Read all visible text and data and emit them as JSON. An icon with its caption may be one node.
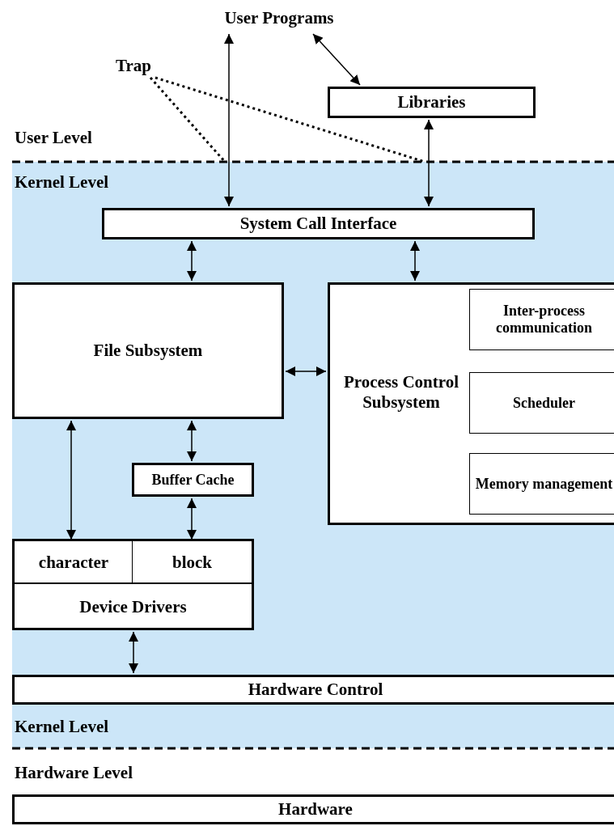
{
  "diagram": {
    "nodes": [
      {
        "text": [
          "User Programs"
        ]
      },
      {
        "text": [
          "Trap"
        ]
      },
      {
        "text": [
          "Libraries"
        ]
      },
      {
        "text": [
          "Kernel Level",
          "Kernel Level"
        ]
      },
      {
        "text": [
          "System Call Interface"
        ],
        "in": 3
      },
      {
        "text": [
          "File Subsystem"
        ],
        "in": 3
      },
      {
        "text": [
          "Process Control Subsystem"
        ],
        "in": 3
      },
      {
        "text": [
          "Inter-process communication"
        ],
        "in": 6
      },
      {
        "text": [
          "Scheduler"
        ],
        "in": 6
      },
      {
        "text": [
          "Memory management"
        ],
        "in": 6
      },
      {
        "text": [
          "Buffer Cache"
        ],
        "in": 3
      },
      {
        "text": [
          "Device Drivers"
        ],
        "in": 3
      },
      {
        "text": [
          "character"
        ],
        "in": 11
      },
      {
        "text": [
          "block"
        ],
        "in": 11
      },
      {
        "text": [
          "Hardware Control"
        ],
        "in": 3
      },
      {
        "text": [
          "Hardware"
        ]
      }
    ],
    "edges": [
      {
        "from": 0,
        "to": 4,
        "arrow": "both"
      },
      {
        "from": 0,
        "to": 2,
        "arrow": "both"
      },
      {
        "from": 2,
        "to": 4,
        "arrow": "both"
      },
      {
        "from": 1,
        "to": 3,
        "arrow": "none",
        "style": "dashed"
      },
      {
        "from": 1,
        "to": 3,
        "arrow": "none",
        "style": "dashed"
      },
      {
        "from": 4,
        "to": 5,
        "arrow": "both"
      },
      {
        "from": 4,
        "to": 6,
        "arrow": "both"
      },
      {
        "from": 5,
        "to": 6,
        "arrow": "both"
      },
      {
        "from": 5,
        "to": 12,
        "arrow": "both"
      },
      {
        "from": 5,
        "to": 10,
        "arrow": "both"
      },
      {
        "from": 10,
        "to": 13,
        "arrow": "both"
      },
      {
        "from": 11,
        "to": 14,
        "arrow": "both"
      }
    ],
    "labels": [
      "User Level",
      "Hardware Level"
    ]
  }
}
